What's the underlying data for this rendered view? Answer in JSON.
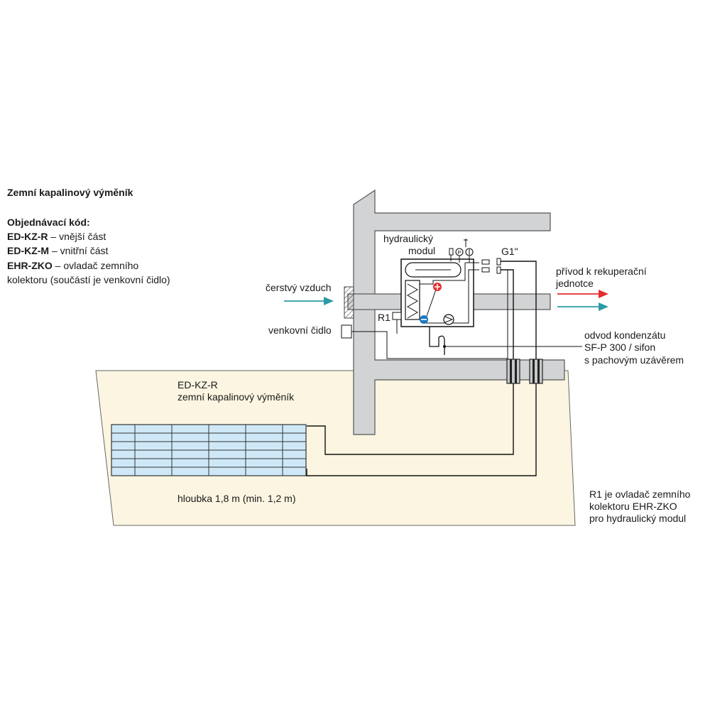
{
  "title": "Zemní kapalinový výměník",
  "order": {
    "heading": "Objednávací kód:",
    "lines": [
      {
        "code": "ED-KZ-R",
        "desc": " – vnější část"
      },
      {
        "code": "ED-KZ-M",
        "desc": " – vnitřní část"
      },
      {
        "code": "EHR-ZKO",
        "desc": " – ovladač zemního"
      }
    ],
    "continuation": "kolektoru (součástí je venkovní čidlo)"
  },
  "labels": {
    "fresh_air": "čerstvý vzduch",
    "hydraulic_module_1": "hydraulický",
    "hydraulic_module_2": "modul",
    "g1": "G1\"",
    "supply_1": "přívod k rekuperační",
    "supply_2": "jednotce",
    "r1": "R1",
    "outdoor_sensor": "venkovní čidlo",
    "condensate_1": "odvod kondenzátu",
    "condensate_2": "SF-P 300 / sifon",
    "condensate_3": "s pachovým uzávěrem",
    "ground_1": "ED-KZ-R",
    "ground_2": "zemní kapalinový výměník",
    "depth": "hloubka 1,8 m (min. 1,2 m)",
    "note_1": "R1 je ovladač zemního",
    "note_2": "kolektoru EHR-ZKO",
    "note_3": "pro hydraulický modul"
  },
  "colors": {
    "ground": "#fbf5e1",
    "wall": "#d2d3d5",
    "coil": "#cfe8f8",
    "arrow_teal": "#2a9ba6",
    "arrow_red": "#e52d2d",
    "plus_red": "#e52d2d",
    "minus_blue": "#1c78c0"
  },
  "icons": [
    "hot-plus-icon",
    "cold-minus-icon",
    "pump-icon",
    "pressure-gauge-icon",
    "thermometer-icon"
  ]
}
